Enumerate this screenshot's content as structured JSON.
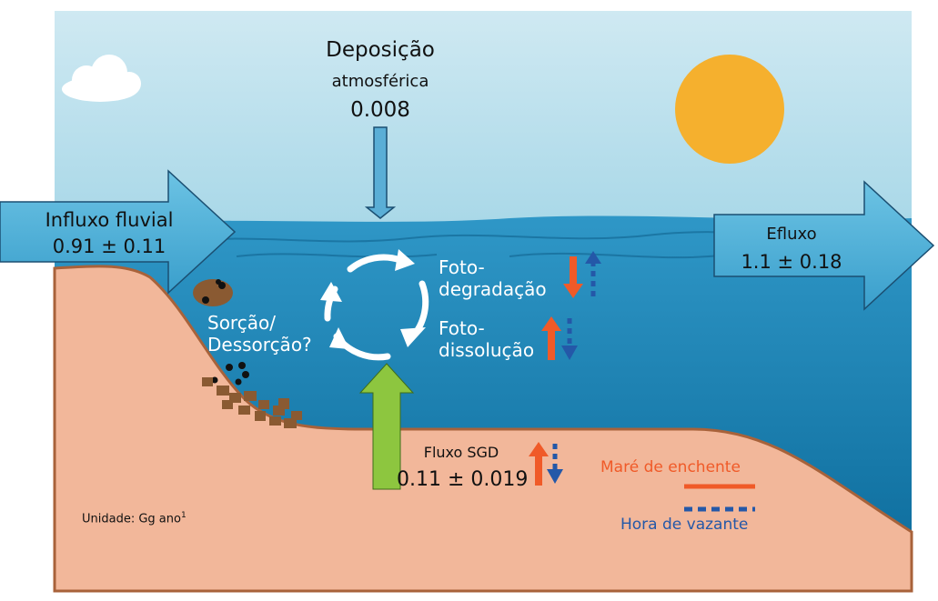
{
  "labels": {
    "deposition_title": "Deposição",
    "deposition_subtitle": "atmosférica",
    "deposition_value": "0.008",
    "river_title": "Influxo fluvial",
    "river_value": "0.91 ± 0.11",
    "efflux_title": "Efluxo",
    "efflux_value": "1.1 ± 0.18",
    "photodeg_line1": "Foto-",
    "photodeg_line2": "degradação",
    "photodiss_line1": "Foto-",
    "photodiss_line2": "dissolução",
    "sorption_line1": "Sorção/",
    "sorption_line2": "Dessorção?",
    "sgd_title": "Fluxo SGD",
    "sgd_value": "0.11 ± 0.019",
    "unit": "Unidade: Gg ano",
    "unit_superscript": "1",
    "legend_flood": "Maré de enchente",
    "legend_ebb": "Hora de vazante"
  },
  "colors": {
    "sky": "#bfe3ef",
    "water": "#1f86b8",
    "sediment": "#f2b79a",
    "sun": "#f5b02e",
    "flow_arrow": "#4fb1d8",
    "sgd_arrow": "#8dc63f",
    "flood_tide": "#f05a28",
    "ebb_tide": "#2458a8",
    "particle": "#8a5a32"
  }
}
